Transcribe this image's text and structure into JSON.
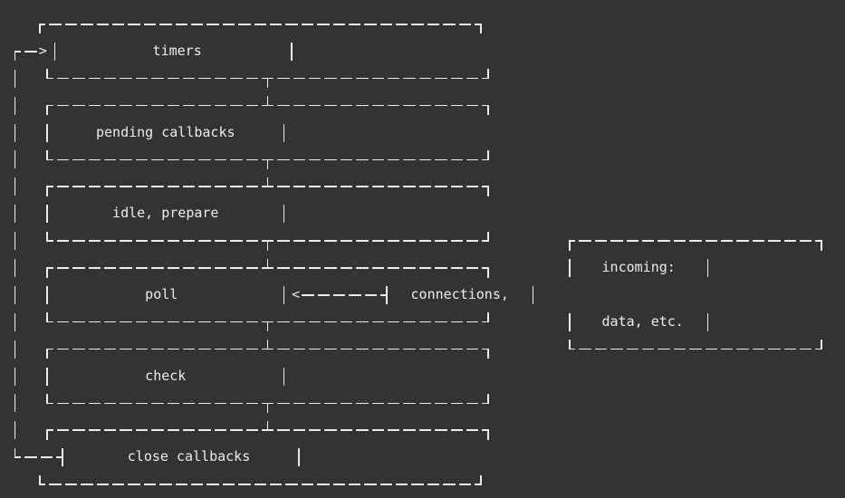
{
  "meta": {
    "description": "Node.js event loop phases ASCII box diagram on a dark terminal-style screen"
  },
  "colors": {
    "background": "#333333",
    "foreground": "#ececec"
  },
  "event_loop": {
    "phases": [
      "timers",
      "pending callbacks",
      "idle, prepare",
      "poll",
      "check",
      "close callbacks"
    ],
    "external_input_box": [
      "incoming:",
      "connections,",
      "data, etc."
    ]
  },
  "ascii_lines": [
    "   ┌───────────────────────────┐",
    "┌─>│           timers          │",
    "│  └─────────────┬─────────────┘",
    "│  ┌─────────────┴─────────────┐",
    "│  │     pending callbacks     │",
    "│  └─────────────┬─────────────┘",
    "│  ┌─────────────┴─────────────┐",
    "│  │       idle, prepare       │",
    "│  └─────────────┬─────────────┘        ┌───────────────┐",
    "│  ┌─────────────┴─────────────┐        │   incoming:   │",
    "│  │           poll            │<─────┤  connections,  │",
    "│  └─────────────┬─────────────┘        │   data, etc.  │",
    "│  ┌─────────────┴─────────────┐        └───────────────┘",
    "│  │           check           │",
    "│  └─────────────┬─────────────┘",
    "│  ┌─────────────┴─────────────┐",
    "└──┤       close callbacks     │",
    "   └───────────────────────────┘"
  ]
}
